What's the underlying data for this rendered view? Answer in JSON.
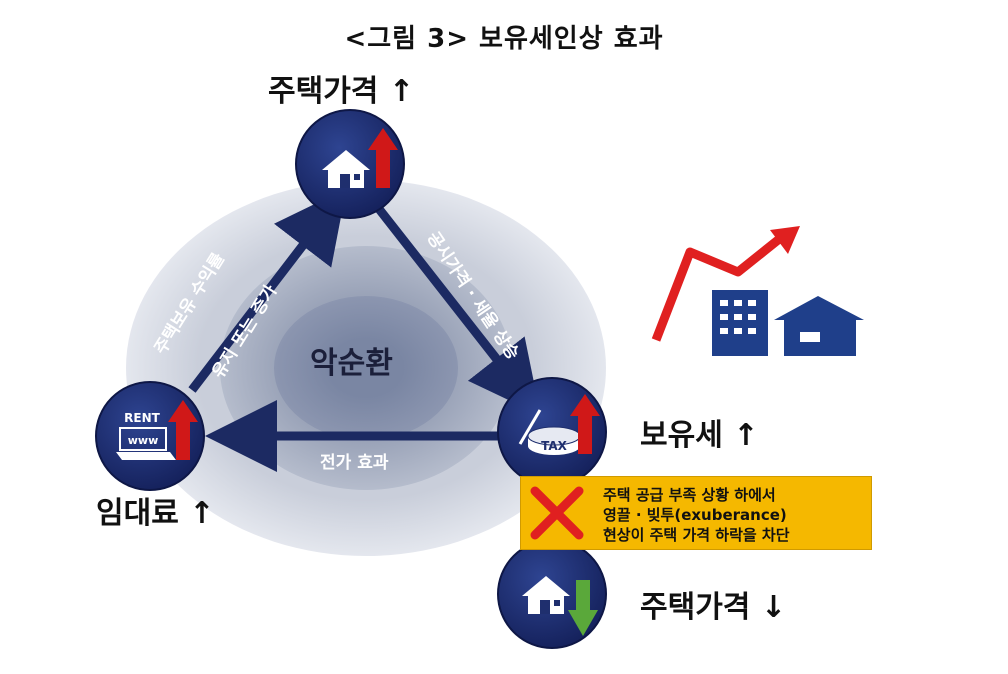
{
  "title": "<그림 3> 보유세인상 효과",
  "nodes": {
    "top_label": "주택가격 ↑",
    "right_label": "보유세 ↑",
    "left_label": "임대료 ↑",
    "bottom_label": "주택가격 ↓"
  },
  "center_label": "악순환",
  "edges": {
    "top_to_right": "공시가격 · 세율 상승",
    "right_to_left": "전가 효과",
    "left_to_top_line1": "주택보유 수익률",
    "left_to_top_line2": "유지 또는 증가"
  },
  "icons": {
    "rent_sign_text": "RENT",
    "www_text": "www",
    "tax_text": "TAX"
  },
  "note": {
    "lines": [
      "주택 공급 부족 상황 하에서",
      "영끌 · 빚투(exuberance)",
      "현상이 주택 가격 하락을 차단"
    ]
  },
  "colors": {
    "node_navy": "#1f2f6e",
    "ring_light": "#d9dde6",
    "ring_mid": "#a7afc2",
    "ring_dark": "#7c86a0",
    "arrow_navy": "#1c2a62",
    "up_arrow_red": "#d01818",
    "down_arrow_green": "#5aa83a",
    "note_yellow": "#f5b800",
    "cross_red": "#e02020"
  }
}
